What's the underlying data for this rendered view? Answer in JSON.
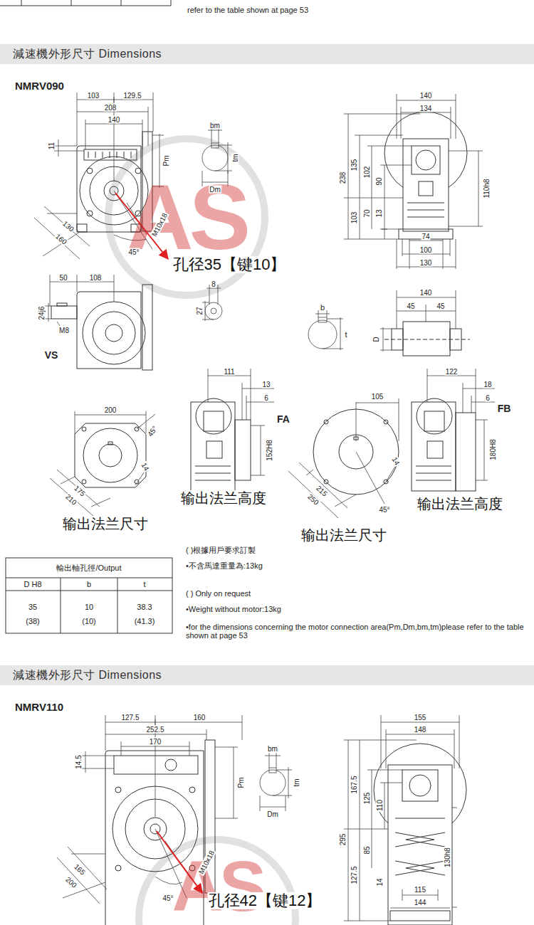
{
  "diagram": {
    "nodes": [
      {
        "text": [
          "減速機外形尺寸 Dimensions"
        ]
      },
      {
        "text": [
          "減速機外形尺寸 Dimensions"
        ]
      }
    ],
    "labels": [
      "refer to the table shown at page 53",
      "NMRV090",
      "103",
      "129.5",
      "208",
      "140",
      "11",
      "Pm",
      "bm",
      "tm",
      "Dm",
      "M10x18",
      "130",
      "160",
      "45°",
      "孔径35【键10】",
      "140",
      "134",
      "238",
      "135",
      "102",
      "90",
      "103",
      "70",
      "13",
      "110h8",
      "74",
      "100",
      "130",
      "50",
      "108",
      "24j6",
      "M8",
      "VS",
      "8",
      "27",
      "b",
      "t",
      "140",
      "45",
      "45",
      "D",
      "200",
      "45°",
      "175",
      "210",
      "14",
      "111",
      "13",
      "6",
      "FA",
      "152H8",
      "输出法兰高度",
      "输出法兰尺寸",
      "105",
      "215",
      "250",
      "14",
      "45°",
      "122",
      "18",
      "6",
      "FB",
      "180H8",
      "输出法兰高度",
      "输出法兰尺寸",
      "輸出軸孔徑/Output",
      "D H8",
      "b",
      "t",
      "35",
      "(38)",
      "10",
      "(10)",
      "38.3",
      "(41.3)",
      "( )根據用戶要求訂製",
      "•不含馬達重量為:13kg",
      "( ) Only on request",
      "•Weight without motor:13kg",
      "•for the dimensions concerning the motor connection area(Pm,Dm,bm,tm)please refer to the table shown at page 53",
      "NMRV110",
      "127.5",
      "160",
      "252.5",
      "170",
      "14.5",
      "Pm",
      "bm",
      "tm",
      "Dm",
      "M10x18",
      "165",
      "200",
      "45°",
      "孔径42【键12】",
      "155",
      "148",
      "295",
      "167.5",
      "125",
      "110",
      "127.5",
      "85",
      "14",
      "130h8",
      "115",
      "144",
      "AS",
      "AS"
    ]
  }
}
